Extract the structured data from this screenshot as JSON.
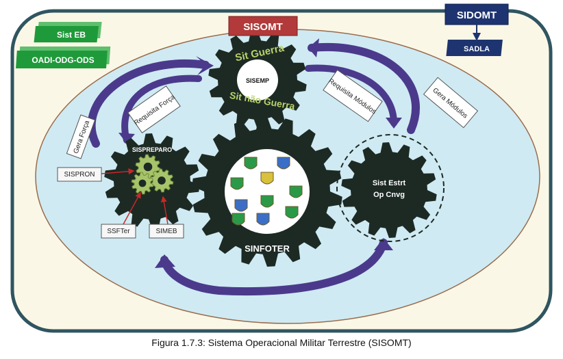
{
  "title_box": "SISOMT",
  "sidomt": {
    "label": "SIDOMT",
    "child": "SADLA"
  },
  "sist_eb": "Sist EB",
  "oadi": "OADI-ODG-ODS",
  "gears": {
    "sisemp": "SISEMP",
    "sit_guerra": "Sit Guerra",
    "sit_nao_guerra": "Sit não Guerra",
    "sispreparo": "SISPREPARO",
    "sinfoter": "SINFOTER",
    "sist_estrt": "Sist Estrt",
    "op_cnvg": "Op Cnvg"
  },
  "side_boxes": {
    "sispron": "SISPRON",
    "ssfter": "SSFTer",
    "simeb": "SIMEB"
  },
  "arrow_labels": {
    "gera_forca": "Gera Força",
    "requisita_forca": "Requisita Força",
    "requisita_modulos": "Requisita Módulos",
    "gera_modulos": "Gera Módulos"
  },
  "caption": "Figura 1.7.3: Sistema Operacional Militar Terrestre (SISOMT)",
  "colors": {
    "outer_border": "#2f5560",
    "outer_fill": "#fbf7e6",
    "ellipse_fill": "#cfeaf3",
    "gear": "#1d2a24",
    "arrow": "#4b3a8c",
    "green": "#1f9a3a",
    "red_box": "#b23a3a",
    "navy": "#1e3470"
  }
}
